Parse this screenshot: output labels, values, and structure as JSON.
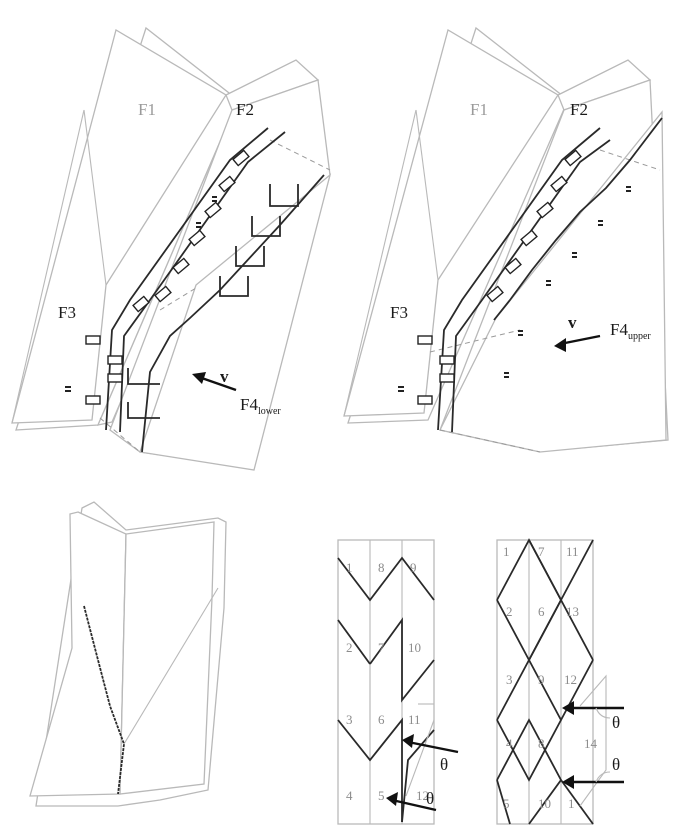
{
  "panel_a": {
    "labels": {
      "f1": "F1",
      "f2": "F2",
      "f3": "F3",
      "v": "v",
      "f4": "F4",
      "f4_sub": "lower"
    }
  },
  "panel_b": {
    "labels": {
      "f1": "F1",
      "f2": "F2",
      "f3": "F3",
      "v": "v",
      "f4": "F4",
      "f4_sub": "upper"
    }
  },
  "pattern_left": {
    "cells": [
      "1",
      "8",
      "9",
      "2",
      "7",
      "10",
      "3",
      "6",
      "11",
      "4",
      "5",
      "12"
    ],
    "angle": "θ"
  },
  "pattern_right": {
    "cells": [
      "1",
      "7",
      "11",
      "2",
      "6",
      "13",
      "3",
      "9",
      "12",
      "4",
      "8",
      "14",
      "5",
      "10",
      "1"
    ],
    "angle": "θ"
  }
}
